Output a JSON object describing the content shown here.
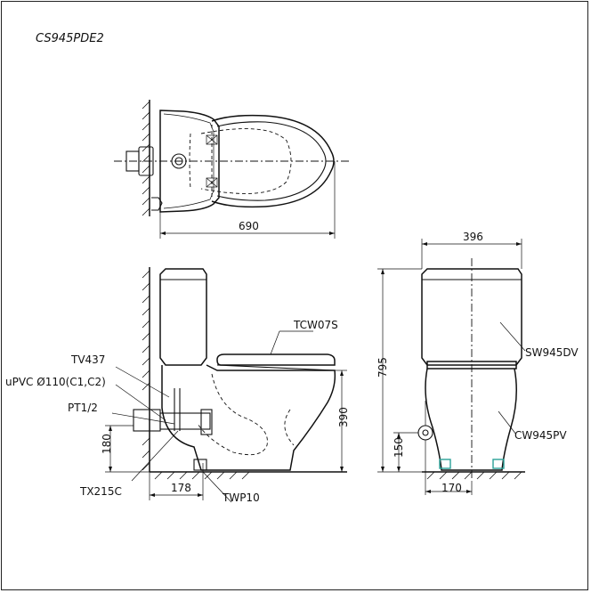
{
  "model_code": "CS945PDE2",
  "dimensions": {
    "overall_length": "690",
    "tank_width": "396",
    "overall_height": "795",
    "seat_height": "390",
    "rough_in": "178",
    "outlet_height": "180",
    "inlet_height": "150",
    "front_width": "170"
  },
  "callouts": {
    "seat": "TCW07S",
    "tank_part": "TV437",
    "pipe": "uPVC Ø110(C1,C2)",
    "water_valve": "PT1/2",
    "fitting": "TX215C",
    "flange": "TWP10",
    "tank": "SW945DV",
    "bowl": "CW945PV"
  },
  "colors": {
    "line": "#111111",
    "accent": "#2aa198"
  }
}
